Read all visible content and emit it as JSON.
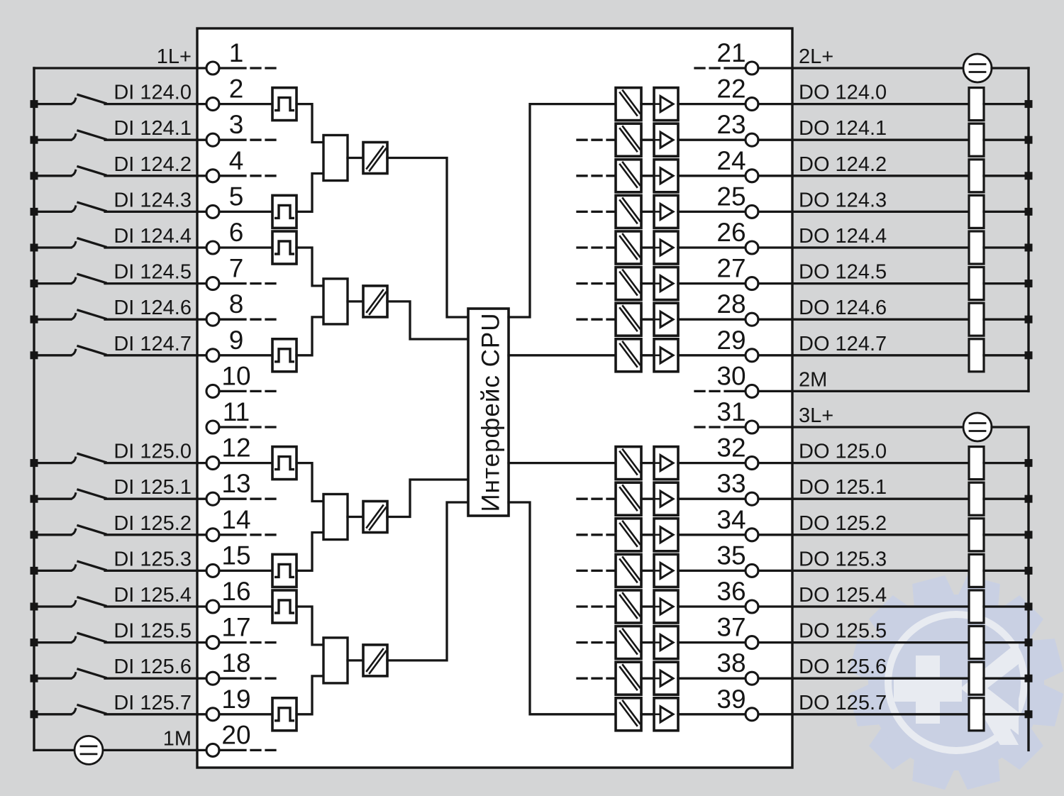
{
  "colors": {
    "background": "#d4d5d6",
    "line": "#161616",
    "module_fill": "#ffffff",
    "watermark_body": "#c7d0e7",
    "watermark_light": "#eef1f8"
  },
  "cpu_block": {
    "label": "Интерфейс CPU"
  },
  "left_terminals": [
    {
      "terminal": "1",
      "label": "1L+",
      "kind": "feed",
      "filter": false
    },
    {
      "terminal": "2",
      "label": "DI 124.0",
      "kind": "di",
      "filter": true
    },
    {
      "terminal": "3",
      "label": "DI 124.1",
      "kind": "di",
      "filter": false
    },
    {
      "terminal": "4",
      "label": "DI 124.2",
      "kind": "di",
      "filter": false
    },
    {
      "terminal": "5",
      "label": "DI 124.3",
      "kind": "di",
      "filter": true
    },
    {
      "terminal": "6",
      "label": "DI 124.4",
      "kind": "di",
      "filter": true
    },
    {
      "terminal": "7",
      "label": "DI 124.5",
      "kind": "di",
      "filter": false
    },
    {
      "terminal": "8",
      "label": "DI 124.6",
      "kind": "di",
      "filter": false
    },
    {
      "terminal": "9",
      "label": "DI 124.7",
      "kind": "di",
      "filter": true
    },
    {
      "terminal": "10",
      "label": "",
      "kind": "nc",
      "filter": false
    },
    {
      "terminal": "11",
      "label": "",
      "kind": "nc",
      "filter": false
    },
    {
      "terminal": "12",
      "label": "DI 125.0",
      "kind": "di",
      "filter": true
    },
    {
      "terminal": "13",
      "label": "DI 125.1",
      "kind": "di",
      "filter": false
    },
    {
      "terminal": "14",
      "label": "DI 125.2",
      "kind": "di",
      "filter": false
    },
    {
      "terminal": "15",
      "label": "DI 125.3",
      "kind": "di",
      "filter": true
    },
    {
      "terminal": "16",
      "label": "DI 125.4",
      "kind": "di",
      "filter": true
    },
    {
      "terminal": "17",
      "label": "DI 125.5",
      "kind": "di",
      "filter": false
    },
    {
      "terminal": "18",
      "label": "DI 125.6",
      "kind": "di",
      "filter": false
    },
    {
      "terminal": "19",
      "label": "DI 125.7",
      "kind": "di",
      "filter": true
    },
    {
      "terminal": "20",
      "label": "1M",
      "kind": "return",
      "filter": false
    }
  ],
  "right_terminals": [
    {
      "terminal": "21",
      "label": "2L+",
      "kind": "feed"
    },
    {
      "terminal": "22",
      "label": "DO 124.0",
      "kind": "do"
    },
    {
      "terminal": "23",
      "label": "DO 124.1",
      "kind": "do"
    },
    {
      "terminal": "24",
      "label": "DO 124.2",
      "kind": "do"
    },
    {
      "terminal": "25",
      "label": "DO 124.3",
      "kind": "do"
    },
    {
      "terminal": "26",
      "label": "DO 124.4",
      "kind": "do"
    },
    {
      "terminal": "27",
      "label": "DO 124.5",
      "kind": "do"
    },
    {
      "terminal": "28",
      "label": "DO 124.6",
      "kind": "do"
    },
    {
      "terminal": "29",
      "label": "DO 124.7",
      "kind": "do"
    },
    {
      "terminal": "30",
      "label": "2M",
      "kind": "return"
    },
    {
      "terminal": "31",
      "label": "3L+",
      "kind": "feed"
    },
    {
      "terminal": "32",
      "label": "DO 125.0",
      "kind": "do"
    },
    {
      "terminal": "33",
      "label": "DO 125.1",
      "kind": "do"
    },
    {
      "terminal": "34",
      "label": "DO 125.2",
      "kind": "do"
    },
    {
      "terminal": "35",
      "label": "DO 125.3",
      "kind": "do"
    },
    {
      "terminal": "36",
      "label": "DO 125.4",
      "kind": "do"
    },
    {
      "terminal": "37",
      "label": "DO 125.5",
      "kind": "do"
    },
    {
      "terminal": "38",
      "label": "DO 125.6",
      "kind": "do"
    },
    {
      "terminal": "39",
      "label": "DO 125.7",
      "kind": "do"
    }
  ],
  "di_filter_groups": [
    [
      2,
      5
    ],
    [
      6,
      9
    ],
    [
      12,
      15
    ],
    [
      16,
      19
    ]
  ],
  "do_cpu_solid_links": [
    22,
    29,
    32,
    39
  ],
  "watermark": {
    "symbol": "K"
  }
}
